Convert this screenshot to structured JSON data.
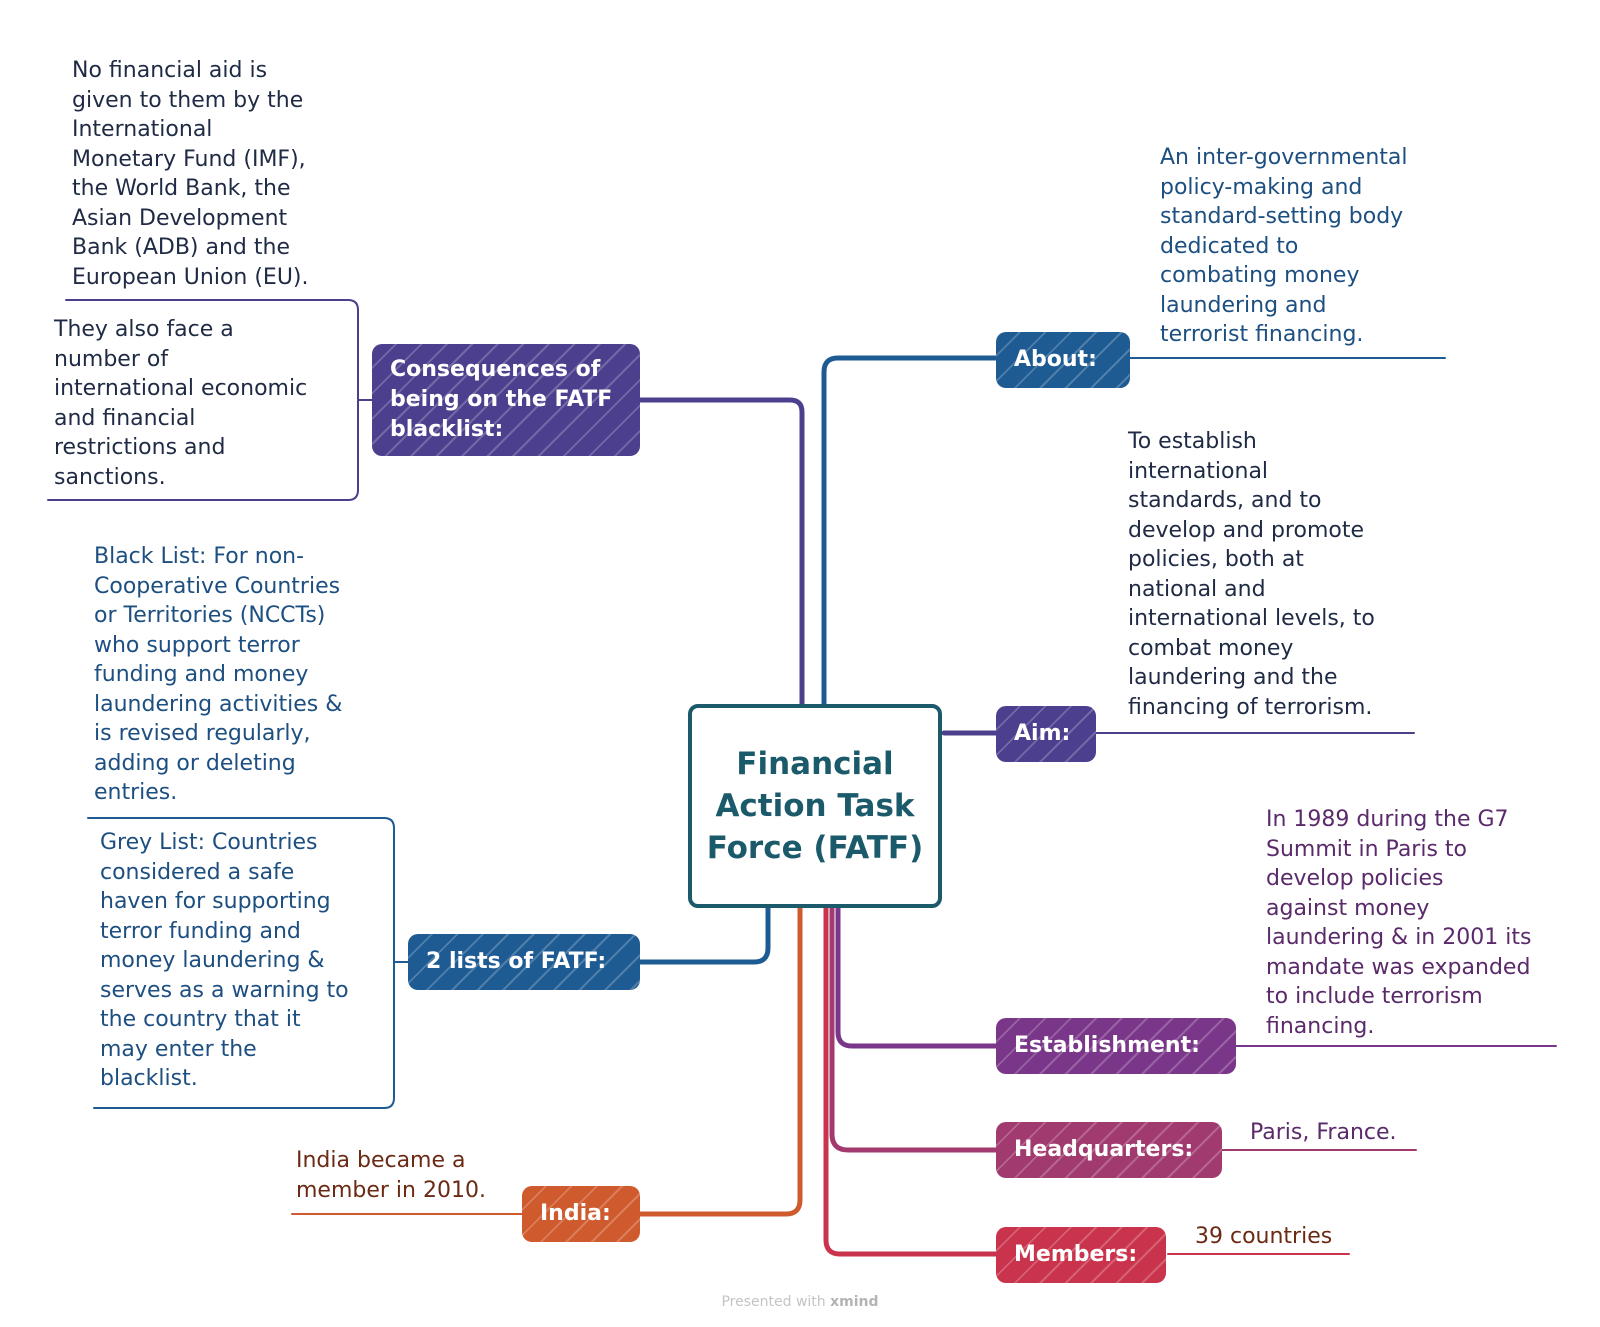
{
  "central": {
    "title": "Financial Action Task Force (FATF)"
  },
  "colors": {
    "teal": "#1b5a6b",
    "blue": "#1e5b93",
    "indigo": "#4c3f8e",
    "purple": "#7a3688",
    "magenta": "#a13a6e",
    "crimson": "#c9344c",
    "orange": "#cf5a2d",
    "text_navy": "#1f2a44",
    "text_blue": "#1d4f80",
    "text_purple": "#5a2a6a",
    "text_brown": "#6b2a14"
  },
  "branches": {
    "about": {
      "label": "About:",
      "text": "An inter-governmental\npolicy-making and\nstandard-setting body\ndedicated to\ncombating money\nlaundering and\nterrorist financing."
    },
    "aim": {
      "label": "Aim:",
      "text": "To establish\ninternational\nstandards, and to\ndevelop and promote\npolicies, both at\nnational and\ninternational levels, to\ncombat money\nlaundering and the\nfinancing of terrorism."
    },
    "establishment": {
      "label": "Establishment:",
      "text": "In 1989 during the G7\nSummit in Paris to\ndevelop policies\nagainst money\nlaundering & in 2001 its\nmandate was expanded\nto include terrorism\nfinancing."
    },
    "headquarters": {
      "label": "Headquarters:",
      "text": "Paris, France."
    },
    "members": {
      "label": "Members:",
      "text": "39 countries"
    },
    "consequences": {
      "label": "Consequences of\nbeing on the FATF\nblacklist:",
      "text_1": "No financial aid is\ngiven to them by the\nInternational\nMonetary Fund (IMF),\nthe World Bank, the\nAsian Development\nBank (ADB) and the\nEuropean Union (EU).",
      "text_2": "They also face a\nnumber of\ninternational economic\nand financial\nrestrictions and\nsanctions."
    },
    "lists": {
      "label": "2 lists of FATF:",
      "text_1": "Black List: For non-\nCooperative Countries\nor Territories (NCCTs)\nwho support terror\nfunding and money\nlaundering activities &\nis revised regularly,\nadding or deleting\nentries.",
      "text_2": "Grey List: Countries\nconsidered a safe\nhaven for supporting\nterror funding and\nmoney laundering &\nserves as a warning to\nthe country that it\nmay enter the\nblacklist."
    },
    "india": {
      "label": "India:",
      "text": "India became a\nmember in 2010."
    }
  },
  "footer": {
    "prefix": "Presented with",
    "brand": "xmind"
  }
}
